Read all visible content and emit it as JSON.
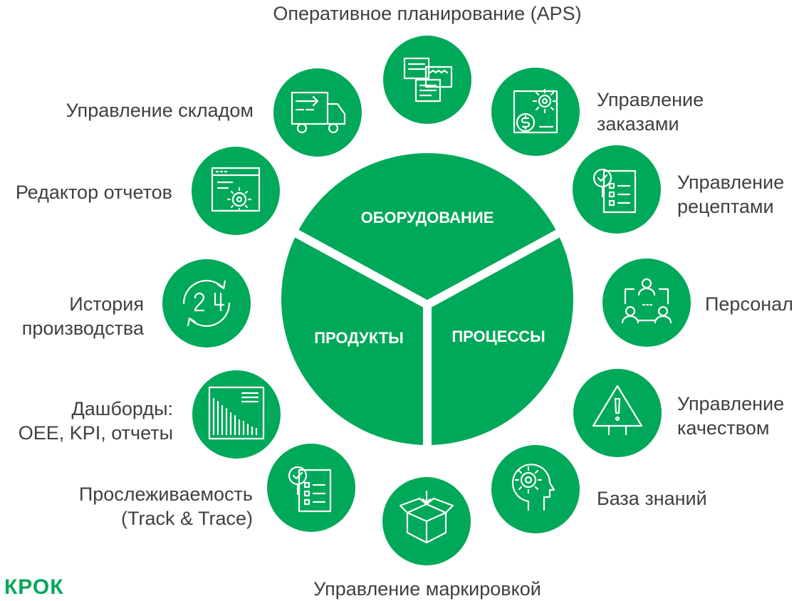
{
  "colors": {
    "accent": "#00a859",
    "text": "#404041",
    "background": "#ffffff"
  },
  "center": {
    "top_segment": "ОБОРУДОВАНИЕ",
    "left_segment": "ПРОДУКТЫ",
    "right_segment": "ПРОЦЕССЫ"
  },
  "modules": {
    "aps": {
      "label": "Оперативное планирование (APS)",
      "icon": "documents-icon"
    },
    "orders": {
      "line1": "Управление",
      "line2": "заказами",
      "icon": "gears-money-icon"
    },
    "recipes": {
      "line1": "Управление",
      "line2": "рецептами",
      "icon": "checklist-icon"
    },
    "personnel": {
      "label": "Персонал",
      "icon": "org-chart-icon"
    },
    "quality": {
      "line1": "Управление",
      "line2": "качеством",
      "icon": "warning-sign-icon"
    },
    "knowledge": {
      "label": "База знаний",
      "icon": "head-gear-icon"
    },
    "marking": {
      "label": "Управление маркировкой",
      "icon": "box-icon"
    },
    "tracking": {
      "line1": "Прослеживаемость",
      "line2": "(Track & Trace)",
      "icon": "checklist-magnifier-icon"
    },
    "dashboards": {
      "line1": "Дашборды:",
      "line2": "OEE, KPI, отчеты",
      "icon": "chart-icon"
    },
    "history": {
      "line1": "История",
      "line2": "производства",
      "icon": "24h-icon"
    },
    "reports": {
      "label": "Редактор отчетов",
      "icon": "browser-gear-icon"
    },
    "warehouse": {
      "label": "Управление складом",
      "icon": "truck-icon"
    }
  },
  "logo": "КРОК"
}
